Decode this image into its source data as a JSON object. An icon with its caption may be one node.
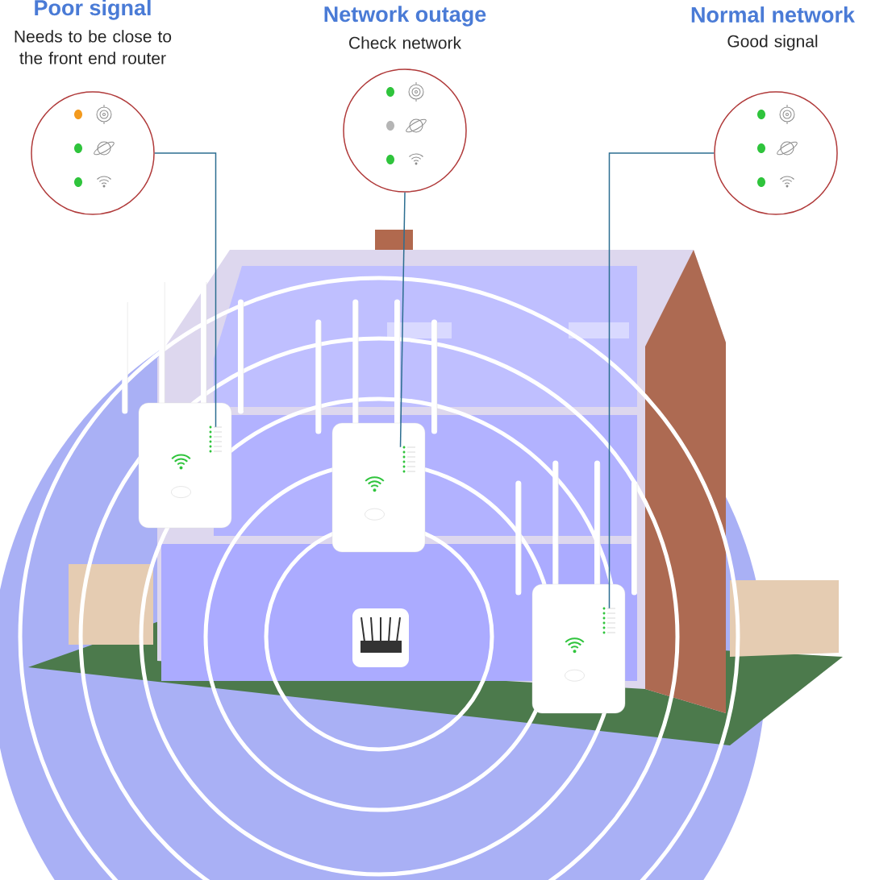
{
  "diagram": {
    "nodes": [
      {
        "text": [
          "Poor signal",
          "Needs to be close to the front end router"
        ]
      },
      {
        "text": [
          "Network outage",
          "Check network"
        ]
      },
      {
        "text": [
          "Normal network",
          "Good signal"
        ]
      },
      {
        "text": [],
        "shape": "picture"
      },
      {
        "text": [],
        "shape": "picture"
      },
      {
        "text": [],
        "shape": "picture"
      }
    ],
    "edges": [
      {
        "from": 0,
        "to": 3,
        "arrow": "none"
      },
      {
        "from": 1,
        "to": 4,
        "arrow": "none"
      },
      {
        "from": 2,
        "to": 5,
        "arrow": "none"
      }
    ]
  }
}
